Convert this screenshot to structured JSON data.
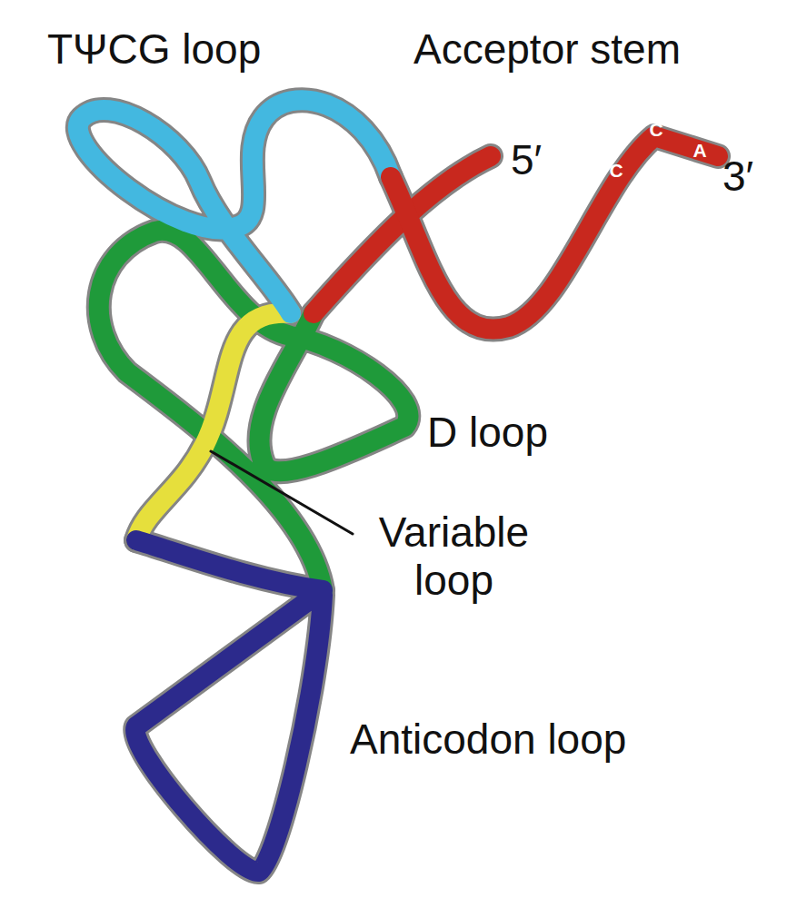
{
  "diagram": {
    "labels": [
      "TΨCG loop",
      "Acceptor stem",
      "5′",
      "C",
      "C",
      "A",
      "3′",
      "D loop",
      "Variable loop",
      "Anticodon loop"
    ]
  }
}
